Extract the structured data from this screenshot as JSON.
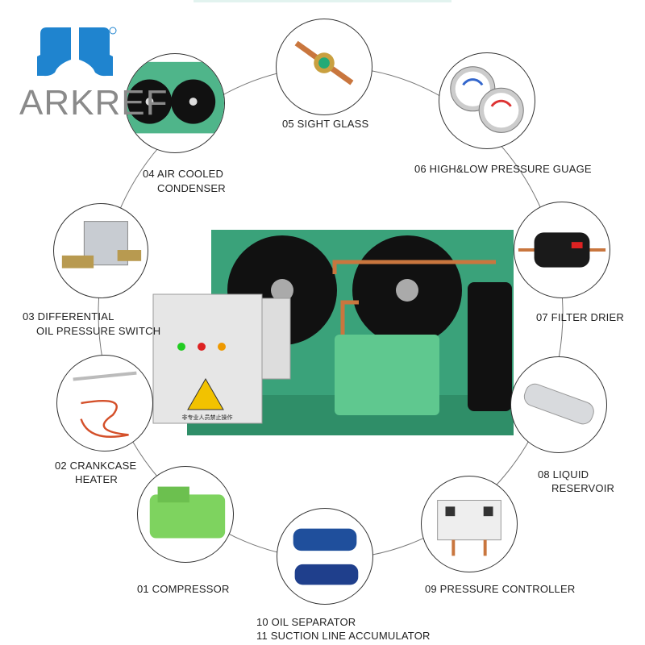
{
  "brand": {
    "name": "ARKREF",
    "registered": "®",
    "color": "#1f84cf"
  },
  "unit": {
    "warning_text": "非专业人员禁止操作"
  },
  "components": [
    {
      "number": "01",
      "lines": [
        "01 COMPRESSOR"
      ]
    },
    {
      "number": "02",
      "lines": [
        "02 CRANKCASE",
        "HEATER"
      ]
    },
    {
      "number": "03",
      "lines": [
        "03 DIFFERENTIAL",
        "OIL PRESSURE SWITCH"
      ]
    },
    {
      "number": "04",
      "lines": [
        "04 AIR COOLED",
        "CONDENSER"
      ]
    },
    {
      "number": "05",
      "lines": [
        "05 SIGHT GLASS"
      ]
    },
    {
      "number": "06",
      "lines": [
        "06 HIGH&LOW PRESSURE GUAGE"
      ]
    },
    {
      "number": "07",
      "lines": [
        "07 FILTER DRIER"
      ]
    },
    {
      "number": "08",
      "lines": [
        "08 LIQUID",
        "RESERVOIR"
      ]
    },
    {
      "number": "09",
      "lines": [
        "09 PRESSURE CONTROLLER"
      ]
    },
    {
      "number": "10-11",
      "lines": [
        "10 OIL SEPARATOR",
        "11 SUCTION LINE ACCUMULATOR"
      ]
    }
  ],
  "colors": {
    "unit_green": "#3aa27a",
    "compressor_green": "#5fc88f",
    "copper": "#c9763e"
  }
}
